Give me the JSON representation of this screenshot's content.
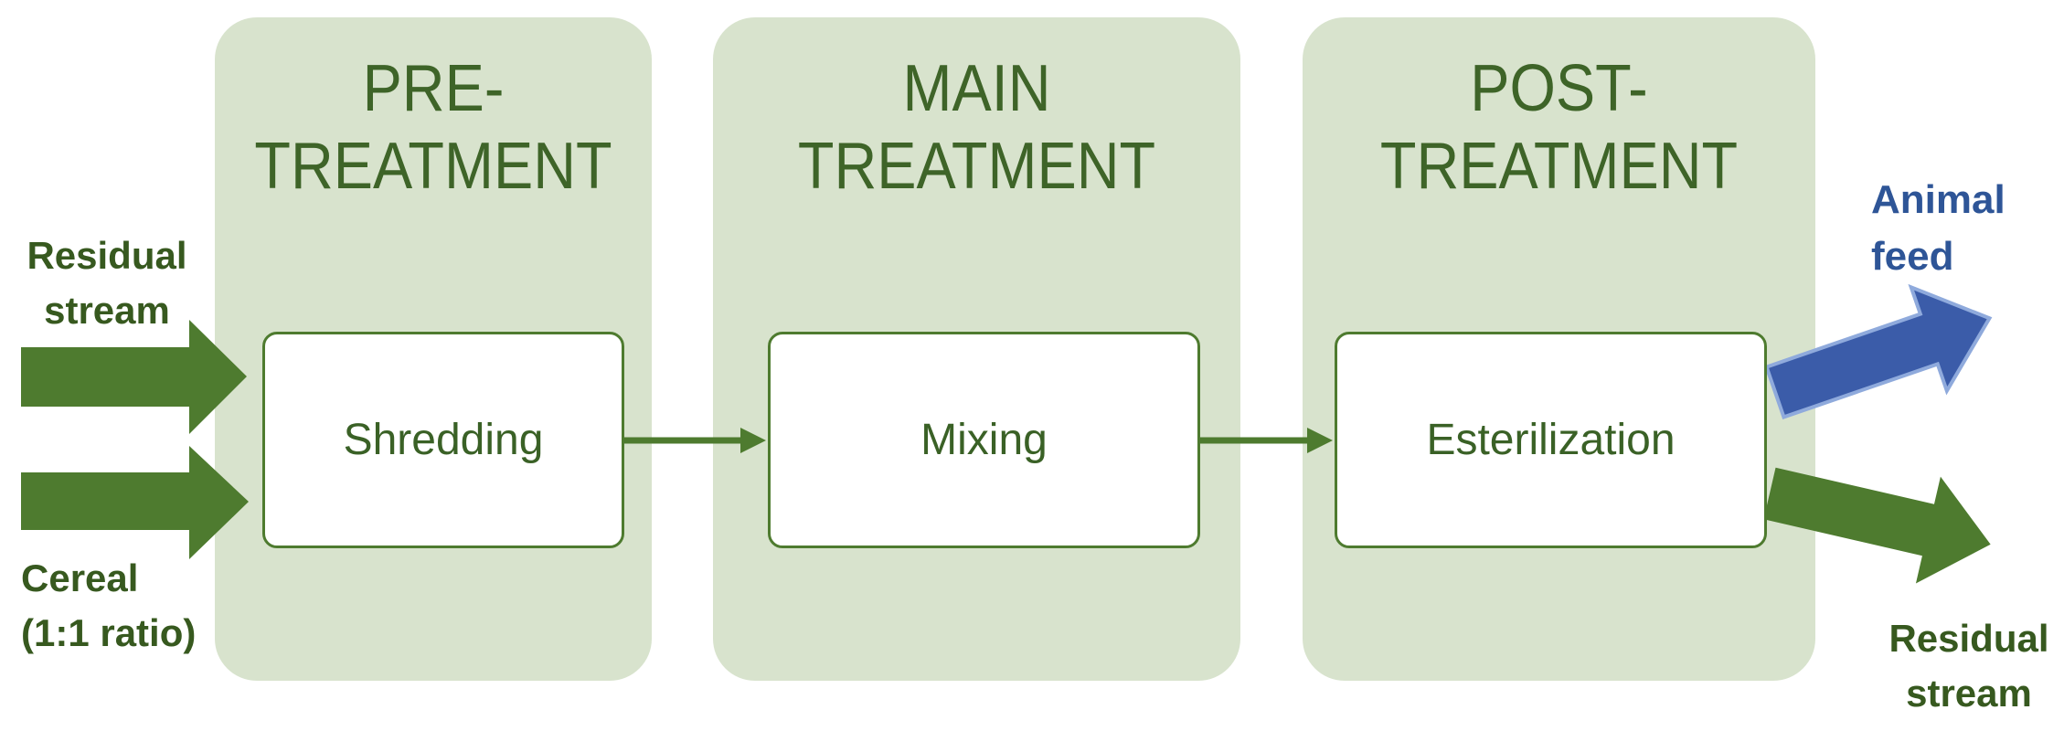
{
  "diagram": {
    "stages": [
      {
        "title_line1": "PRE-",
        "title_line2": "TREATMENT",
        "process": "Shredding"
      },
      {
        "title_line1": "MAIN",
        "title_line2": "TREATMENT",
        "process": "Mixing"
      },
      {
        "title_line1": "POST-",
        "title_line2": "TREATMENT",
        "process": "Esterilization"
      }
    ],
    "inputs": [
      {
        "line1": "Residual",
        "line2": "stream"
      },
      {
        "line1": "Cereal",
        "line2": "(1:1 ratio)"
      }
    ],
    "outputs": [
      {
        "line1": "Animal",
        "line2": "feed"
      },
      {
        "line1": "Residual",
        "line2": "stream"
      }
    ],
    "colors": {
      "panel_fill": "#D8E3CD",
      "green_outline": "#4E7B2F",
      "arrow_green": "#4E7B2F",
      "title_green": "#3E6428",
      "label_green": "#37591F",
      "arrow_blue_fill": "#3B5CA9",
      "arrow_blue_outline": "#8FAADC",
      "label_blue": "#2E5597"
    }
  }
}
